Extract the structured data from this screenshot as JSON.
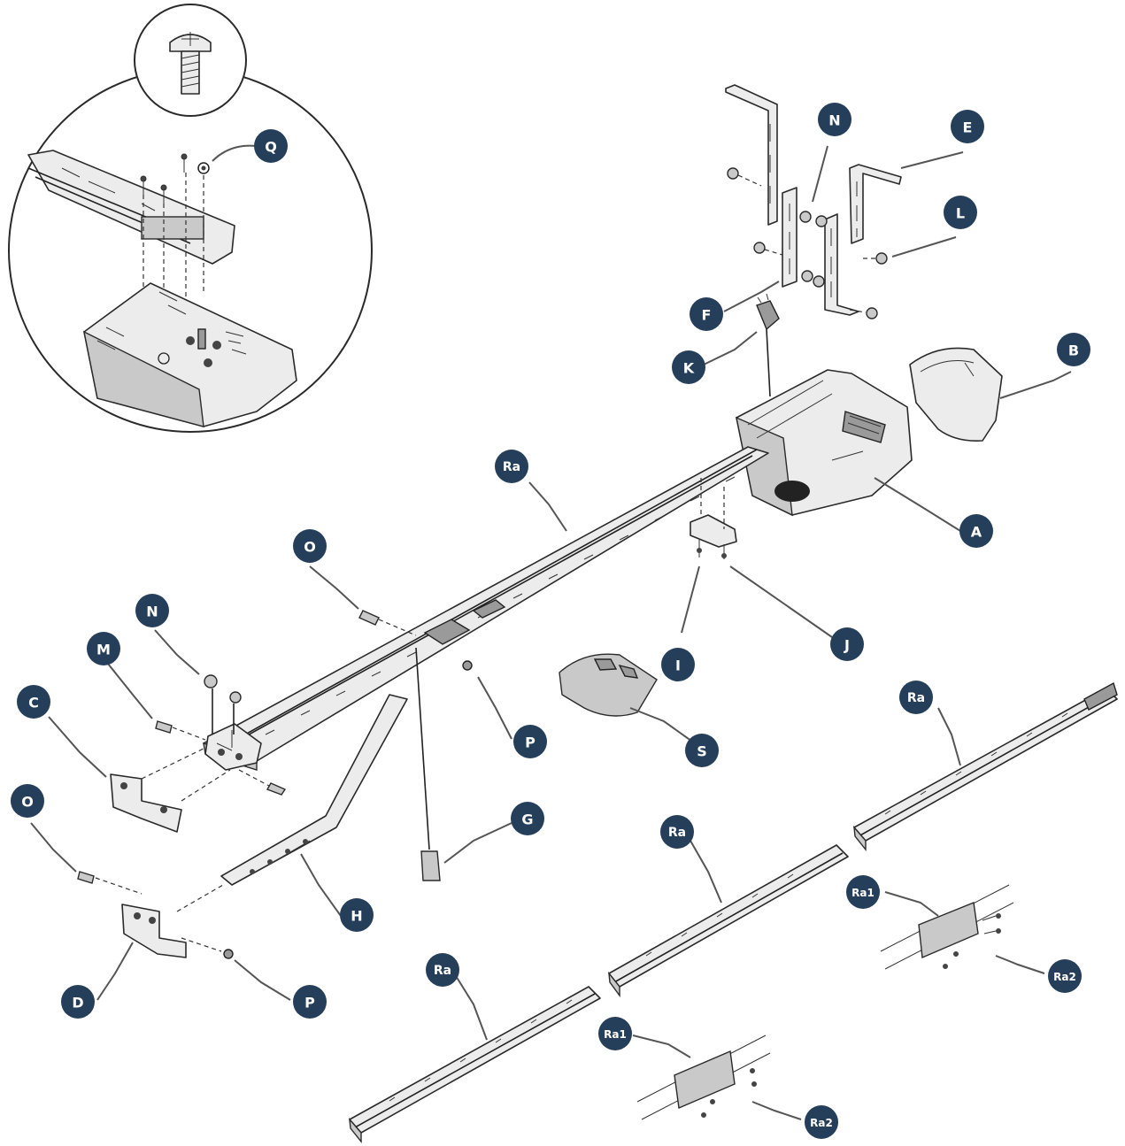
{
  "callouts": {
    "Q": "Q",
    "N_top": "N",
    "E": "E",
    "L": "L",
    "F": "F",
    "K": "K",
    "B": "B",
    "A": "A",
    "Ra_main": "Ra",
    "O_top": "O",
    "N_left": "N",
    "M": "M",
    "C": "C",
    "P_mid": "P",
    "I": "I",
    "J": "J",
    "S": "S",
    "G": "G",
    "Ra_right": "Ra",
    "O_bottom": "O",
    "H": "H",
    "Ra_middle": "Ra",
    "Ra1_right": "Ra1",
    "Ra2_right": "Ra2",
    "D": "D",
    "P_bottom": "P",
    "Ra_bottom": "Ra",
    "Ra1_bottom": "Ra1",
    "Ra2_bottom": "Ra2"
  },
  "colors": {
    "callout_fill": "#253f5b",
    "callout_text": "#ffffff",
    "leader_line": "#555555",
    "line_art": "#222222"
  }
}
